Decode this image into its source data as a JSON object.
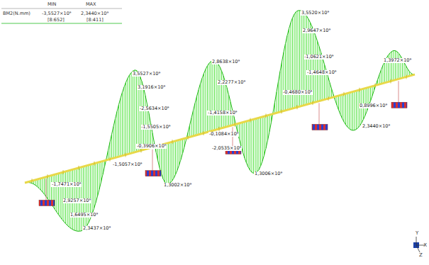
{
  "diagram": {
    "labels": [
      "MIN",
      "MAX",
      "BM2(N.mm)",
      "-3,5527×10⁹",
      "2,3440×10⁹",
      "[8:652]",
      "[8:411]",
      "3,5527×10⁹",
      "3,1916×10⁹",
      "-2,5634×10⁹",
      "-1,5505×10⁹",
      "-0,3906×10⁹",
      "-1,5057×10⁹",
      "-1,7471×10⁹",
      "2,9257×10⁹",
      "1,6495×10⁹",
      "2,3437×10⁹",
      "1,3002×10⁹",
      "2,8638×10⁹",
      "2,2277×10⁹",
      "-1,4158×10⁹",
      "-0,1084×10⁹",
      "-2,0535×10⁹",
      "1,3006×10⁹",
      "3,5520×10⁹",
      "2,9647×10⁹",
      "-1,0621×10⁹",
      "-1,4648×10⁹",
      "-0,4680×10⁹",
      "1,3972×10⁹",
      "0,8996×10⁹",
      "2,3440×10⁹",
      "Y",
      "X",
      "Z"
    ]
  }
}
